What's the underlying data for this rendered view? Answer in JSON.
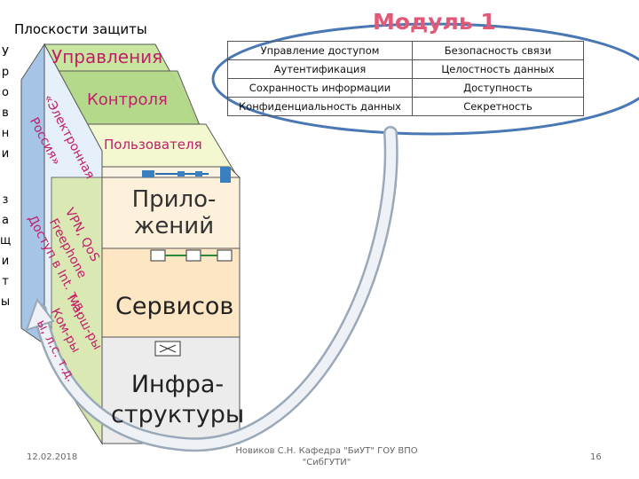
{
  "slide_title": "Модуль 1",
  "planes_title": "Плоскости защиты",
  "side_label_letters": [
    "У",
    "р",
    "о",
    "в",
    "н",
    "и",
    "",
    "з",
    "а",
    "щ",
    "и",
    "т",
    "ы"
  ],
  "layers": {
    "management": "Управления",
    "control": "Контроля",
    "user": "Пользователя",
    "applications": "Прило-жений",
    "services": "Сервисов",
    "infrastructure": "Инфра-структуры"
  },
  "diagonal_texts": {
    "elektronnaya": "«Электронная",
    "rossiya": "Россия»",
    "vpn_qos": "VPN, QoS",
    "freephone": "Freephone",
    "dostup": "Доступ в Int. т.д.",
    "marshrutizatory": "Марш-ры",
    "kommutatory": "Ком-ры",
    "ls": "ы, л.с. т.д."
  },
  "module_table": {
    "headers": [
      "Управление доступом",
      "Безопасность связи"
    ],
    "rows": [
      [
        "Аутентификация",
        "Целостность данных"
      ],
      [
        "Сохранность информации",
        "Доступность"
      ],
      [
        "Конфиденциальность данных",
        "Секретность"
      ]
    ]
  },
  "colors": {
    "title": "#e05a78",
    "layer_pink": "#c0206a",
    "mgmt_fill": "#c8e6a0",
    "ctrl_fill": "#b5d98a",
    "user_fill": "#f4f8d0",
    "apps_fill": "#fdf1dc",
    "svc_fill": "#fde6c4",
    "infra_fill": "#ececec",
    "side_blue": "#a6c4e6",
    "ellipse_blue": "#4a78b5"
  },
  "footer": {
    "date": "12.02.2018",
    "author": "Новиков С.Н. Кафедра \"БиУТ\" ГОУ ВПО \"СибГУТИ\"",
    "page": "16"
  }
}
